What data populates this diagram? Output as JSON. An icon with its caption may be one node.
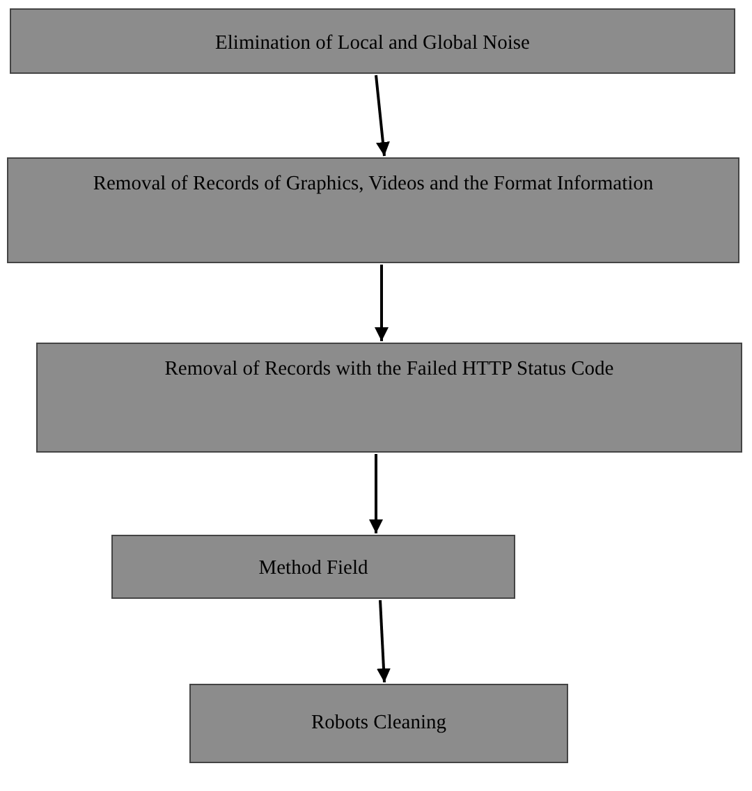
{
  "diagram": {
    "nodes": [
      {
        "text": [
          "Elimination of Local and Global Noise"
        ]
      },
      {
        "text": [
          "Removal of Records of Graphics, Videos and the Format Information"
        ]
      },
      {
        "text": [
          "Removal of Records with the Failed HTTP Status Code"
        ]
      },
      {
        "text": [
          "Method Field"
        ]
      },
      {
        "text": [
          "Robots Cleaning"
        ]
      }
    ],
    "edges": [
      {
        "from": 0,
        "to": 1,
        "arrow": "to"
      },
      {
        "from": 1,
        "to": 2,
        "arrow": "to"
      },
      {
        "from": 2,
        "to": 3,
        "arrow": "to"
      },
      {
        "from": 3,
        "to": 4,
        "arrow": "to"
      }
    ]
  }
}
